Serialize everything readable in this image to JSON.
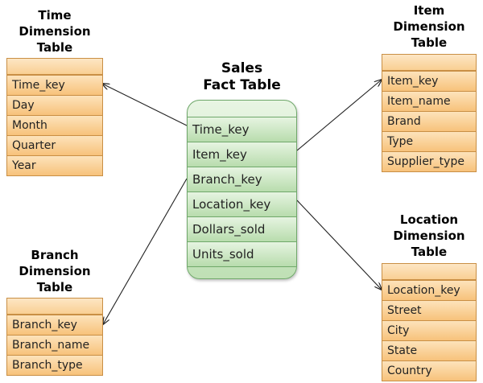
{
  "fact_table": {
    "title": "Sales\nFact Table",
    "fields": [
      "Time_key",
      "Item_key",
      "Branch_key",
      "Location_key",
      "Dollars_sold",
      "Units_sold"
    ]
  },
  "time_dimension": {
    "title": "Time\nDimension\nTable",
    "fields": [
      "Time_key",
      "Day",
      "Month",
      "Quarter",
      "Year"
    ]
  },
  "item_dimension": {
    "title": "Item\nDimension\nTable",
    "fields": [
      "Item_key",
      "Item_name",
      "Brand",
      "Type",
      "Supplier_type"
    ]
  },
  "branch_dimension": {
    "title": "Branch\nDimension\nTable",
    "fields": [
      "Branch_key",
      "Branch_name",
      "Branch_type"
    ]
  },
  "location_dimension": {
    "title": "Location\nDimension\nTable",
    "fields": [
      "Location_key",
      "Street",
      "City",
      "State",
      "Country"
    ]
  },
  "colors": {
    "dimension_fill": "#fbd9a6",
    "dimension_border": "#c98f45",
    "fact_fill": "#c9e6c0",
    "fact_border": "#6fa86a"
  }
}
